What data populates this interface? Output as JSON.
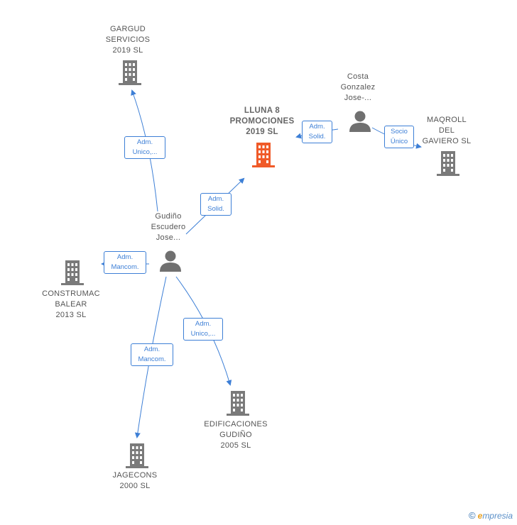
{
  "colors": {
    "edge": "#3d7fd6",
    "building": "#7a7a7a",
    "building_main": "#f05a28",
    "person": "#707070"
  },
  "nodes": {
    "gargud": {
      "lines": [
        "GARGUD",
        "SERVICIOS",
        "2019  SL"
      ],
      "icon": "building-icon"
    },
    "lluna": {
      "lines": [
        "LLUNA 8",
        "PROMOCIONES",
        "2019  SL"
      ],
      "icon": "building-icon-highlighted"
    },
    "costa": {
      "lines": [
        "Costa",
        "Gonzalez",
        "Jose-..."
      ],
      "icon": "person-icon"
    },
    "maqroll": {
      "lines": [
        "MAQROLL",
        "DEL",
        "GAVIERO  SL"
      ],
      "icon": "building-icon"
    },
    "gudino": {
      "lines": [
        "Gudiño",
        "Escudero",
        "Jose..."
      ],
      "icon": "person-icon"
    },
    "construmac": {
      "lines": [
        "CONSTRUMAC",
        "BALEAR",
        "2013  SL"
      ],
      "icon": "building-icon"
    },
    "edificaciones": {
      "lines": [
        "EDIFICACIONES",
        "GUDIÑO",
        "2005  SL"
      ],
      "icon": "building-icon"
    },
    "jagecons": {
      "lines": [
        "JAGECONS",
        "2000 SL"
      ],
      "icon": "building-icon"
    }
  },
  "edges": {
    "gudino_gargud": [
      "Adm.",
      "Unico,..."
    ],
    "gudino_lluna": [
      "Adm.",
      "Solid."
    ],
    "costa_lluna": [
      "Adm.",
      "Solid."
    ],
    "costa_maqroll": [
      "Socio",
      "Único"
    ],
    "gudino_construmac": [
      "Adm.",
      "Mancom."
    ],
    "gudino_jagecons": [
      "Adm.",
      "Mancom."
    ],
    "gudino_edificaciones": [
      "Adm.",
      "Unico,..."
    ]
  },
  "footer": {
    "copyright": "©",
    "brand_e": "e",
    "brand_rest": "mpresia"
  }
}
